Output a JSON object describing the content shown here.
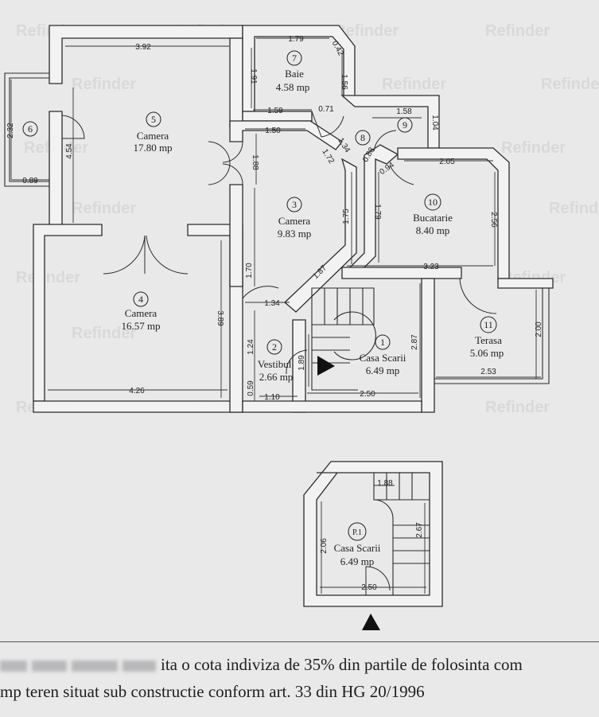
{
  "watermark": "Refinder",
  "rooms": [
    {
      "id": "5",
      "name": "Camera",
      "area": "17.80 mp"
    },
    {
      "id": "4",
      "name": "Camera",
      "area": "16.57 mp"
    },
    {
      "id": "3",
      "name": "Camera",
      "area": "9.83 mp"
    },
    {
      "id": "7",
      "name": "Baie",
      "area": "4.58 mp"
    },
    {
      "id": "10",
      "name": "Bucatarie",
      "area": "8.40 mp"
    },
    {
      "id": "11",
      "name": "Terasa",
      "area": "5.06 mp"
    },
    {
      "id": "2",
      "name": "Vestibul",
      "area": "2.66 mp"
    },
    {
      "id": "1",
      "name": "Casa Scarii",
      "area": "6.49 mp"
    },
    {
      "id": "P.1",
      "name": "Casa Scarii",
      "area": "6.49 mp"
    },
    {
      "id": "6",
      "name": "",
      "area": ""
    },
    {
      "id": "8",
      "name": "",
      "area": ""
    },
    {
      "id": "9",
      "name": "",
      "area": ""
    }
  ],
  "dimensions": [
    "3.92",
    "1.79",
    "0.42",
    "1.91",
    "1.56",
    "1.59",
    "0.71",
    "1.58",
    "1.04",
    "1.50",
    "1.34",
    "0.88",
    "0.94",
    "2.05",
    "2.32",
    "0.89",
    "4.54",
    "1.88",
    "1.72",
    "1.75",
    "1.79",
    "2.56",
    "3.23",
    "1.87",
    "1.70",
    "1.34",
    "3.89",
    "2.00",
    "2.87",
    "1.89",
    "1.24",
    "0.59",
    "1.10",
    "2.50",
    "2.53",
    "4.26",
    "1.88",
    "2.06",
    "2.67",
    "2.50"
  ],
  "footer": {
    "line1": "ita o cota indiviza de 35% din partile de folosinta com",
    "line2": "mp teren situat sub constructie conform art. 33 din HG 20/1996"
  }
}
